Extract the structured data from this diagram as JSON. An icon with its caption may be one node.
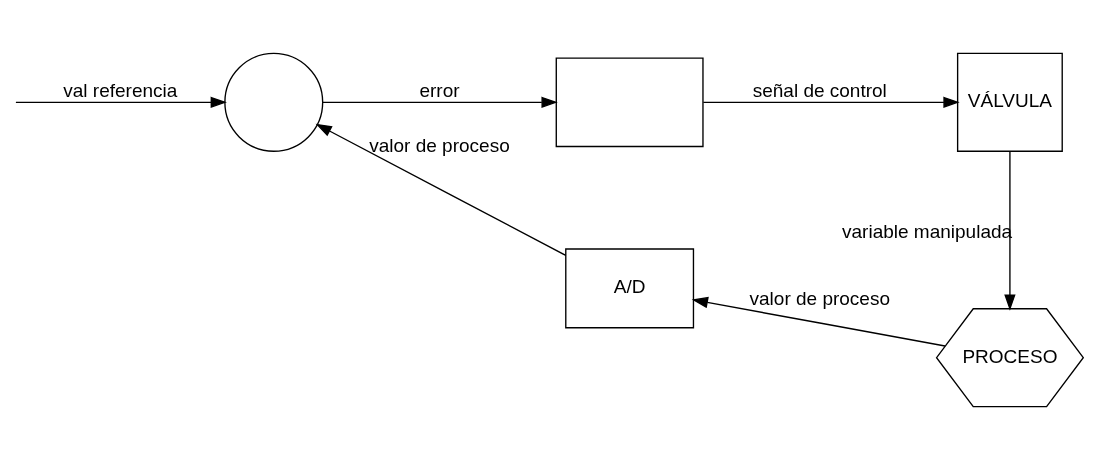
{
  "diagram": {
    "nodes": [
      {
        "text": [],
        "shape": "circle"
      },
      {
        "text": [],
        "shape": "box"
      },
      {
        "text": [
          "VÁLVULA"
        ]
      },
      {
        "text": [
          "PROCESO"
        ]
      },
      {
        "text": [
          "A/D"
        ]
      }
    ],
    "edges": [
      {
        "from": null,
        "to": 0,
        "arrow": "to",
        "label": "val referencia"
      },
      {
        "from": 0,
        "to": 1,
        "arrow": "to",
        "label": "error"
      },
      {
        "from": 1,
        "to": 2,
        "arrow": "to",
        "label": "señal de control"
      },
      {
        "from": 2,
        "to": 3,
        "arrow": "to",
        "label": "variable manipulada"
      },
      {
        "from": 3,
        "to": 4,
        "arrow": "to",
        "label": "valor de proceso"
      },
      {
        "from": 4,
        "to": 0,
        "arrow": "to",
        "label": "valor de proceso"
      }
    ]
  }
}
